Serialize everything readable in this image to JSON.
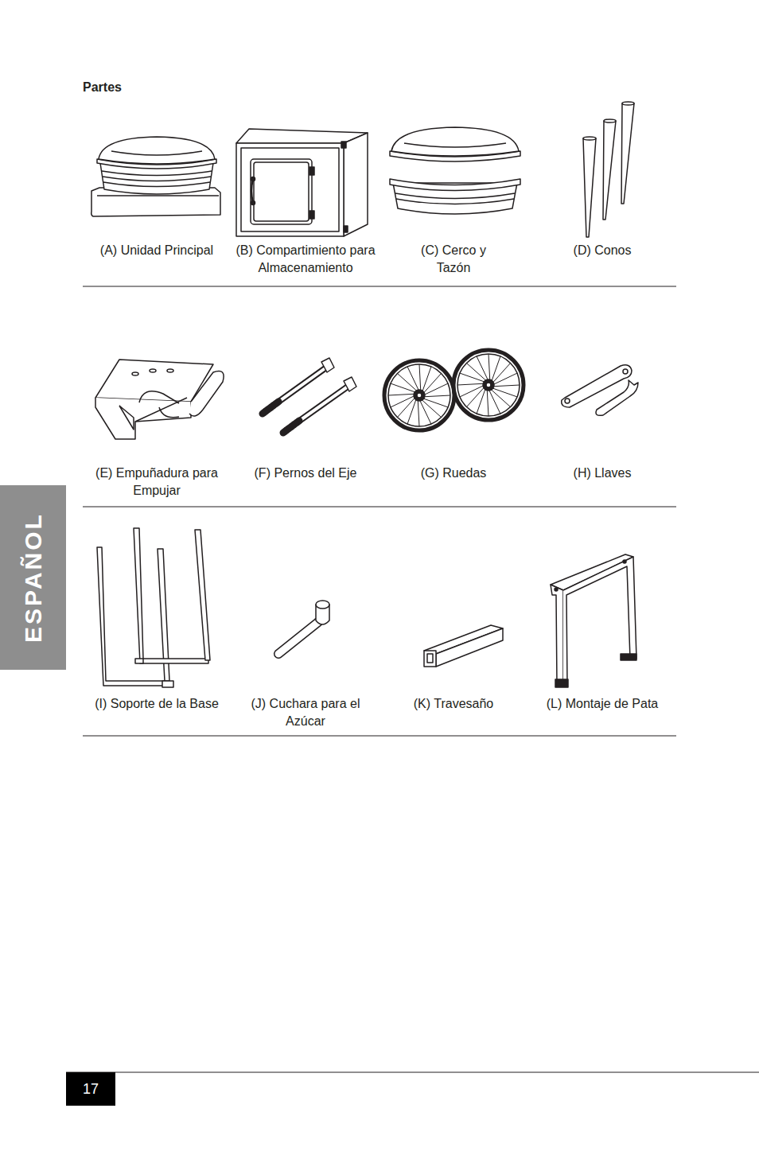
{
  "diagram": {
    "title": "Partes",
    "nodes": [
      {
        "text": [
          "ESPAÑOL"
        ]
      },
      {
        "text": [
          "17"
        ]
      }
    ],
    "labels": [
      "(A) Unidad Principal",
      "(B) Compartimiento para Almacenamiento",
      "(C) Cerco y Tazón",
      "(D) Conos",
      "(E) Empuñadura para Empujar",
      "(F) Pernos del Eje",
      "(G) Ruedas",
      "(H) Llaves",
      "(I) Soporte de la Base",
      "(J) Cuchara para el Azúcar",
      "(K) Travesaño",
      "(L) Montaje de Pata"
    ]
  }
}
